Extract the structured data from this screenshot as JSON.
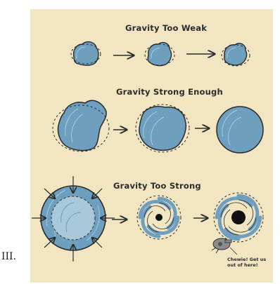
{
  "figure": {
    "label": "III.",
    "sections": [
      {
        "title": "Gravity Too Weak"
      },
      {
        "title": "Gravity Strong Enough"
      },
      {
        "title": "Gravity Too Strong"
      }
    ],
    "note": {
      "line1": "Chewie! Get us",
      "line2": "out of here!"
    }
  },
  "colors": {
    "paper": "#f2e6c2",
    "blob_fill": "#6f9fbe",
    "blob_light": "#a9c8da",
    "ink": "#2b2b2b"
  }
}
